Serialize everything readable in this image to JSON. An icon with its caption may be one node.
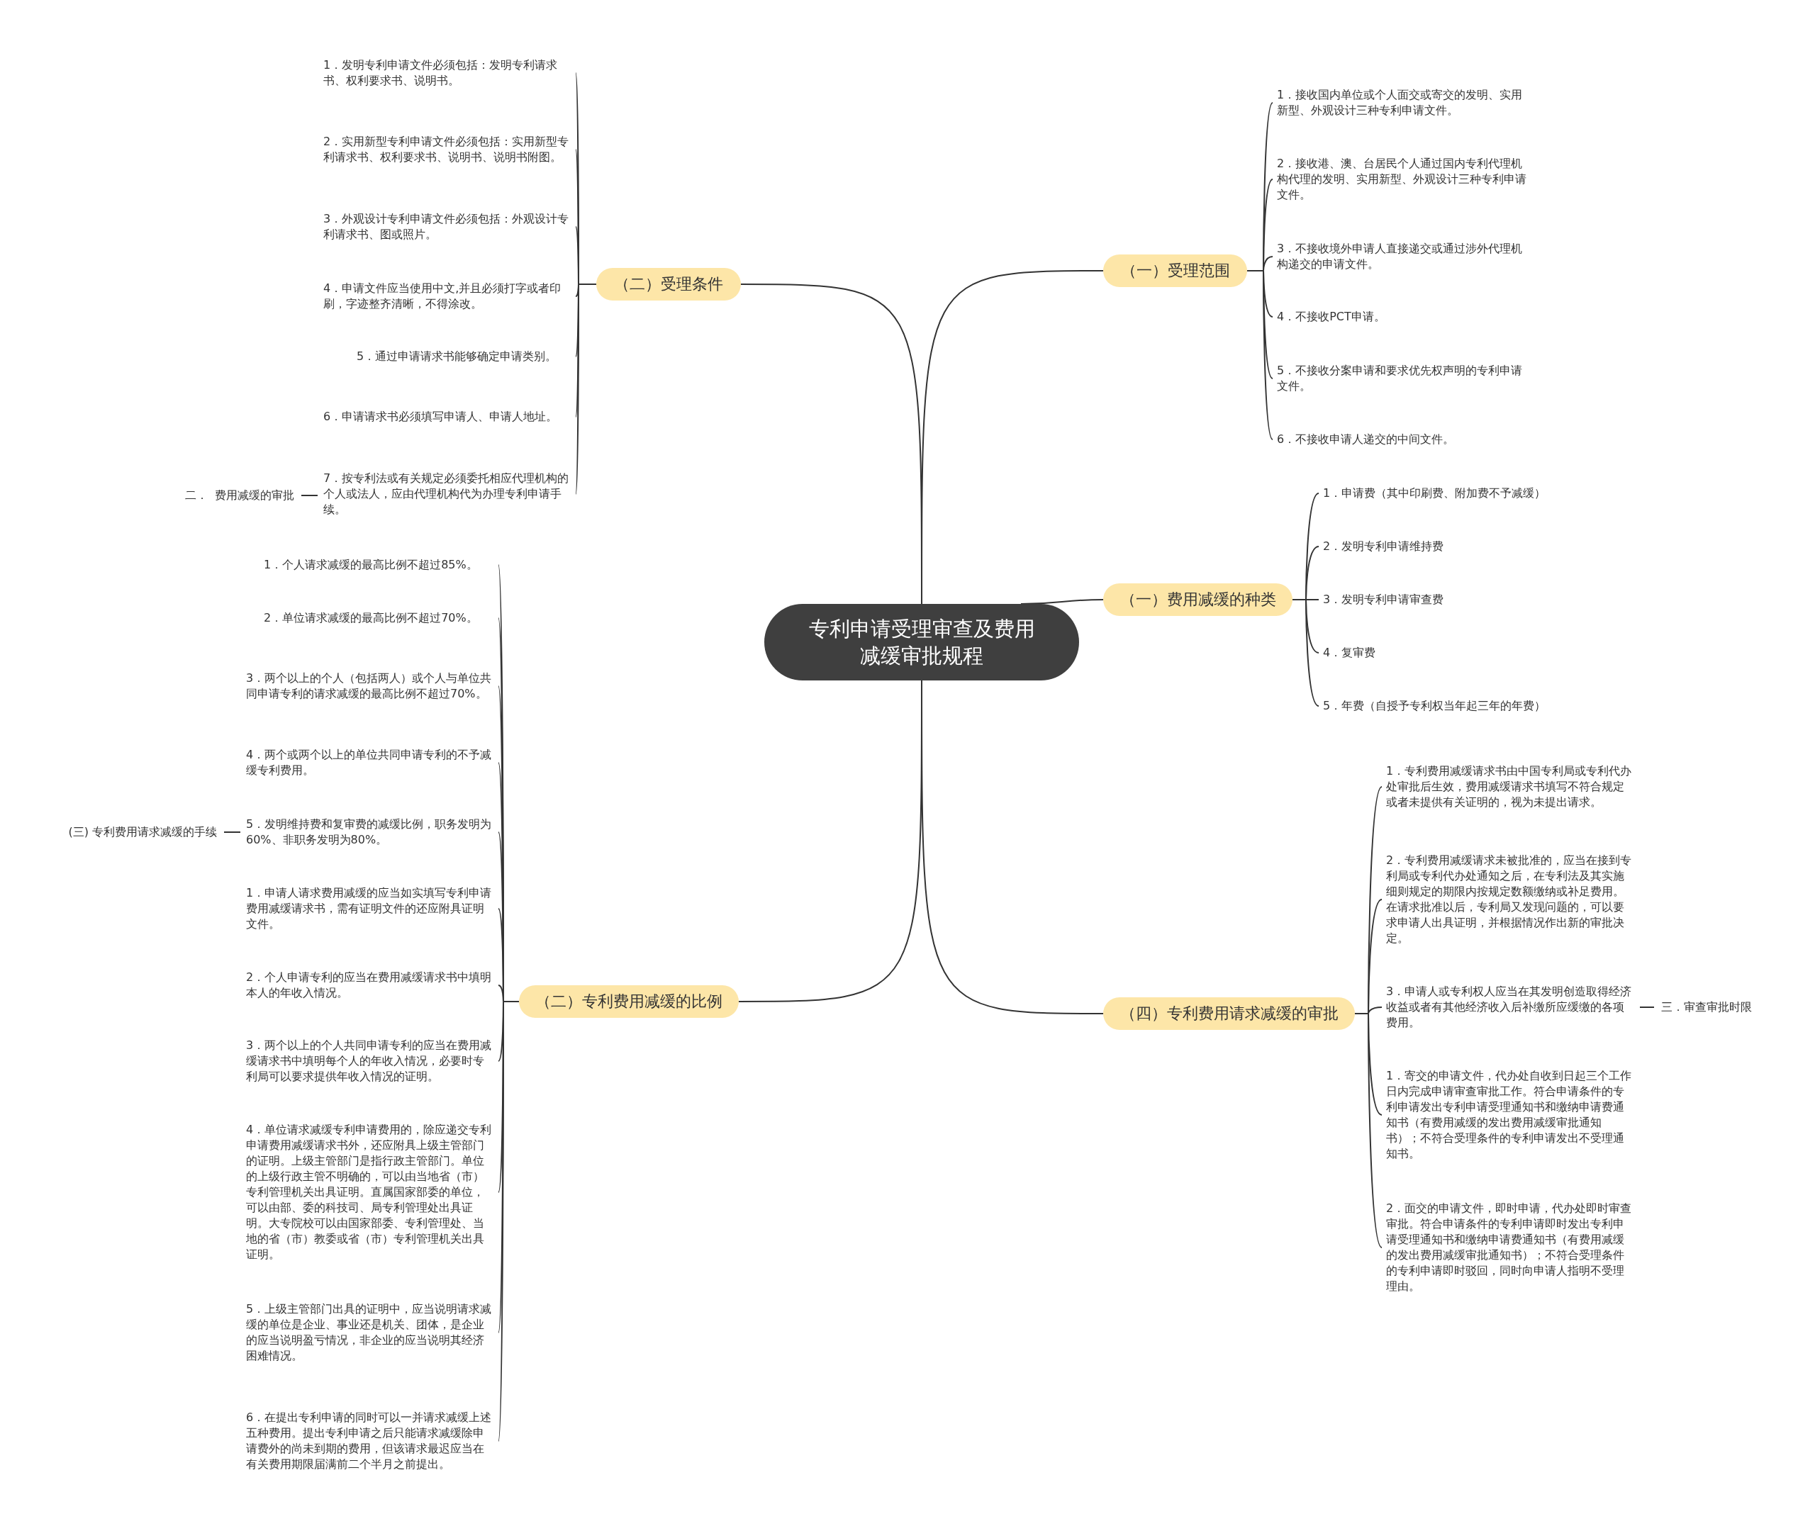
{
  "diagram": {
    "nodes": [
      {
        "text": [
          "专利申请受理审查及费用减缓审批规程"
        ]
      },
      {
        "text": [
          "（一）受理范围"
        ]
      },
      {
        "text": [
          "1．接收国内单位或个人面交或寄交的发明、实用新型、外观设计三种专利申请文件。"
        ]
      },
      {
        "text": [
          "2．接收港、澳、台居民个人通过国内专利代理机构代理的发明、实用新型、外观设计三种专利申请文件。"
        ]
      },
      {
        "text": [
          "3．不接收境外申请人直接递交或通过涉外代理机构递交的申请文件。"
        ]
      },
      {
        "text": [
          "4．不接收PCT申请。"
        ]
      },
      {
        "text": [
          "5．不接收分案申请和要求优先权声明的专利申请文件。"
        ]
      },
      {
        "text": [
          "6．不接收申请人递交的中间文件。"
        ]
      },
      {
        "text": [
          "（一）费用减缓的种类"
        ]
      },
      {
        "text": [
          "1．申请费（其中印刷费、附加费不予减缓）"
        ]
      },
      {
        "text": [
          "2．发明专利申请维持费"
        ]
      },
      {
        "text": [
          "3．发明专利申请审查费"
        ]
      },
      {
        "text": [
          "4．复审费"
        ]
      },
      {
        "text": [
          "5．年费（自授予专利权当年起三年的年费）"
        ]
      },
      {
        "text": [
          "（四）专利费用请求减缓的审批"
        ]
      },
      {
        "text": [
          "1．专利费用减缓请求书由中国专利局或专利代办处审批后生效，费用减缓请求书填写不符合规定或者未提供有关证明的，视为未提出请求。"
        ]
      },
      {
        "text": [
          "2．专利费用减缓请求未被批准的，应当在接到专利局或专利代办处通知之后，在专利法及其实施细则规定的期限内按规定数额缴纳或补足费用。在请求批准以后，专利局又发现问题的，可以要求申请人出具证明，并根据情况作出新的审批决定。"
        ]
      },
      {
        "text": [
          "3．申请人或专利权人应当在其发明创造取得经济收益或者有其他经济收入后补缴所应缓缴的各项费用。"
        ]
      },
      {
        "text": [
          "1．寄交的申请文件，代办处自收到日起三个工作日内完成申请审查审批工作。符合申请条件的专利申请发出专利申请受理通知书和缴纳申请费通知书（有费用减缓的发出费用减缓审批通知书）；不符合受理条件的专利申请发出不受理通知书。"
        ]
      },
      {
        "text": [
          "2．面交的申请文件，即时申请，代办处即时审查审批。符合申请条件的专利申请即时发出专利申请受理通知书和缴纳申请费通知书（有费用减缓的发出费用减缓审批通知书）；不符合受理条件的专利申请即时驳回，同时向申请人指明不受理理由。"
        ]
      },
      {
        "text": [
          "三．审查审批时限"
        ]
      },
      {
        "text": [
          "（二）受理条件"
        ]
      },
      {
        "text": [
          "1．发明专利申请文件必须包括：发明专利请求书、权利要求书、说明书。"
        ]
      },
      {
        "text": [
          "2．实用新型专利申请文件必须包括：实用新型专利请求书、权利要求书、说明书、说明书附图。"
        ]
      },
      {
        "text": [
          "3．外观设计专利申请文件必须包括：外观设计专利请求书、图或照片。"
        ]
      },
      {
        "text": [
          "4．申请文件应当使用中文,并且必须打字或者印刷，字迹整齐清晰，不得涂改。"
        ]
      },
      {
        "text": [
          "5．通过申请请求书能够确定申请类别。"
        ]
      },
      {
        "text": [
          "6．申请请求书必须填写申请人、申请人地址。"
        ]
      },
      {
        "text": [
          "7．按专利法或有关规定必须委托相应代理机构的个人或法人，应由代理机构代为办理专利申请手续。"
        ]
      },
      {
        "text": [
          "二．  费用减缓的审批"
        ]
      },
      {
        "text": [
          "（二）专利费用减缓的比例"
        ]
      },
      {
        "text": [
          "1．个人请求减缓的最高比例不超过85%。"
        ]
      },
      {
        "text": [
          "2．单位请求减缓的最高比例不超过70%。"
        ]
      },
      {
        "text": [
          "3．两个以上的个人（包括两人）或个人与单位共同申请专利的请求减缓的最高比例不超过70%。"
        ]
      },
      {
        "text": [
          "4．两个或两个以上的单位共同申请专利的不予减缓专利费用。"
        ]
      },
      {
        "text": [
          "5．发明维持费和复审费的减缓比例，职务发明为60%、非职务发明为80%。"
        ]
      },
      {
        "text": [
          "1．申请人请求费用减缓的应当如实填写专利申请费用减缓请求书，需有证明文件的还应附具证明文件。"
        ]
      },
      {
        "text": [
          "2．个人申请专利的应当在费用减缓请求书中填明本人的年收入情况。"
        ]
      },
      {
        "text": [
          "3．两个以上的个人共同申请专利的应当在费用减缓请求书中填明每个人的年收入情况，必要时专利局可以要求提供年收入情况的证明。"
        ]
      },
      {
        "text": [
          "4．单位请求减缓专利申请费用的，除应递交专利申请费用减缓请求书外，还应附具上级主管部门的证明。上级主管部门是指行政主管部门。单位的上级行政主管不明确的，可以由当地省（市）专利管理机关出具证明。直属国家部委的单位，可以由部、委的科技司、局专利管理处出具证明。大专院校可以由国家部委、专利管理处、当地的省（市）教委或省（市）专利管理机关出具证明。"
        ]
      },
      {
        "text": [
          "5．上级主管部门出具的证明中，应当说明请求减缓的单位是企业、事业还是机关、团体，是企业的应当说明盈亏情况，非企业的应当说明其经济困难情况。"
        ]
      },
      {
        "text": [
          "6．在提出专利申请的同时可以一并请求减缓上述五种费用。提出专利申请之后只能请求减缓除申请费外的尚未到期的费用，但该请求最迟应当在有关费用期限届满前二个半月之前提出。"
        ]
      },
      {
        "text": [
          "(三) 专利费用请求减缓的手续"
        ]
      }
    ],
    "edges": [
      {
        "from": 0,
        "to": 1,
        "arrow": "none"
      },
      {
        "from": 1,
        "to": 2,
        "arrow": "none"
      },
      {
        "from": 1,
        "to": 3,
        "arrow": "none"
      },
      {
        "from": 1,
        "to": 4,
        "arrow": "none"
      },
      {
        "from": 1,
        "to": 5,
        "arrow": "none"
      },
      {
        "from": 1,
        "to": 6,
        "arrow": "none"
      },
      {
        "from": 1,
        "to": 7,
        "arrow": "none"
      },
      {
        "from": 0,
        "to": 8,
        "arrow": "none"
      },
      {
        "from": 8,
        "to": 9,
        "arrow": "none"
      },
      {
        "from": 8,
        "to": 10,
        "arrow": "none"
      },
      {
        "from": 8,
        "to": 11,
        "arrow": "none"
      },
      {
        "from": 8,
        "to": 12,
        "arrow": "none"
      },
      {
        "from": 8,
        "to": 13,
        "arrow": "none"
      },
      {
        "from": 0,
        "to": 14,
        "arrow": "none"
      },
      {
        "from": 14,
        "to": 15,
        "arrow": "none"
      },
      {
        "from": 14,
        "to": 16,
        "arrow": "none"
      },
      {
        "from": 14,
        "to": 17,
        "arrow": "none"
      },
      {
        "from": 14,
        "to": 18,
        "arrow": "none"
      },
      {
        "from": 14,
        "to": 19,
        "arrow": "none"
      },
      {
        "from": 17,
        "to": 20,
        "arrow": "none"
      },
      {
        "from": 0,
        "to": 21,
        "arrow": "none"
      },
      {
        "from": 21,
        "to": 22,
        "arrow": "none"
      },
      {
        "from": 21,
        "to": 23,
        "arrow": "none"
      },
      {
        "from": 21,
        "to": 24,
        "arrow": "none"
      },
      {
        "from": 21,
        "to": 25,
        "arrow": "none"
      },
      {
        "from": 21,
        "to": 26,
        "arrow": "none"
      },
      {
        "from": 21,
        "to": 27,
        "arrow": "none"
      },
      {
        "from": 21,
        "to": 28,
        "arrow": "none"
      },
      {
        "from": 28,
        "to": 29,
        "arrow": "none"
      },
      {
        "from": 0,
        "to": 30,
        "arrow": "none"
      },
      {
        "from": 30,
        "to": 31,
        "arrow": "none"
      },
      {
        "from": 30,
        "to": 32,
        "arrow": "none"
      },
      {
        "from": 30,
        "to": 33,
        "arrow": "none"
      },
      {
        "from": 30,
        "to": 34,
        "arrow": "none"
      },
      {
        "from": 30,
        "to": 35,
        "arrow": "none"
      },
      {
        "from": 30,
        "to": 36,
        "arrow": "none"
      },
      {
        "from": 30,
        "to": 37,
        "arrow": "none"
      },
      {
        "from": 30,
        "to": 38,
        "arrow": "none"
      },
      {
        "from": 30,
        "to": 39,
        "arrow": "none"
      },
      {
        "from": 30,
        "to": 40,
        "arrow": "none"
      },
      {
        "from": 30,
        "to": 41,
        "arrow": "none"
      },
      {
        "from": 35,
        "to": 42,
        "arrow": "none"
      }
    ]
  }
}
